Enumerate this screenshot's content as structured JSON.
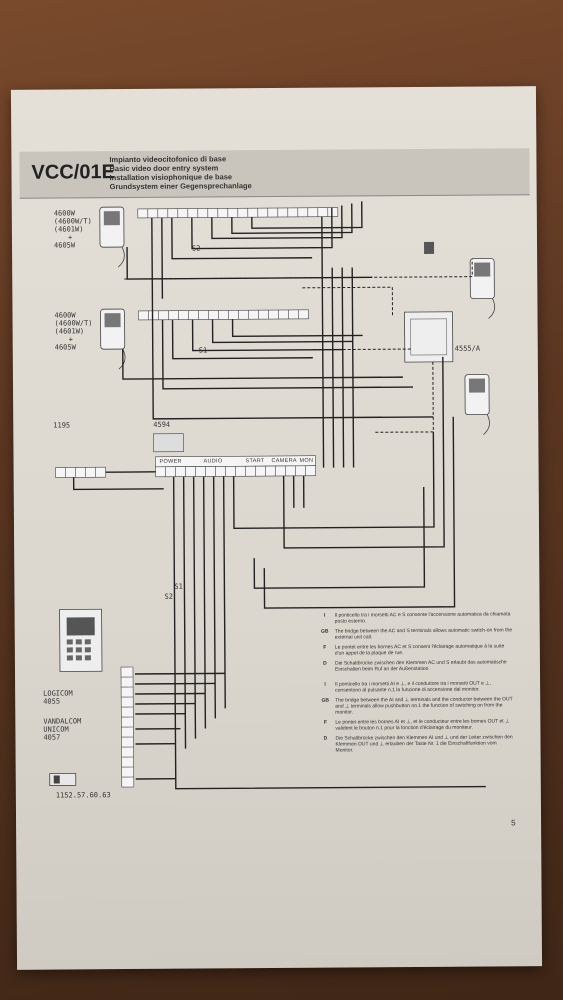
{
  "doc": {
    "code": "VCC/01E",
    "titles": [
      "Impianto videocitofonico di base",
      "Basic video door entry system",
      "Installation visiophonique de base",
      "Grundsystem einer Gegensprechanlage"
    ],
    "page_number": "5"
  },
  "devices": {
    "monitor1_lines": [
      "4600W",
      "(4600W/T)",
      "(4601W)",
      "+",
      "4605W"
    ],
    "monitor2_lines": [
      "4600W",
      "(4600W/T)",
      "(4601W)",
      "+",
      "4605W"
    ],
    "psu": "1195",
    "distributor": "4594",
    "right_unit": "4555/A",
    "panel1_lines": [
      "LOGICOM",
      "4055"
    ],
    "panel2_lines": [
      "VANDALCOM",
      "UNICOM",
      "4057"
    ],
    "lock": "1152.57.60.63",
    "s1": "S1",
    "s2": "S2",
    "s1_top": "S2",
    "s1_mid": "S1"
  },
  "terminal_groups": [
    "POWER",
    "AUDIO",
    "START",
    "CAMERA",
    "MON"
  ],
  "notes": [
    {
      "key": "I",
      "text": "Il ponticello tra i morsetti AC e S consente l'accensione automatica da chiamata posto esterno."
    },
    {
      "key": "GB",
      "text": "The bridge between the AC and S terminals allows automatic switch-on from the external unit call."
    },
    {
      "key": "F",
      "text": "Le pontet entre les bornes AC et S consent l'éclairage automatique à la suite d'un appel de la plaque de rue."
    },
    {
      "key": "D",
      "text": "Die Schaltbrücke zwischen den Klemmen AC und S erlaubt das automatische Einschalten beim Ruf an der Außenstation."
    },
    {
      "key": "I",
      "text": "Il ponticello tra i morsetti AI e ⊥, e il conduttore tra i morsetti OUT e ⊥, consentono al pulsante n.1 la funzione di accensione dal monitor."
    },
    {
      "key": "GB",
      "text": "The bridge between the AI and ⊥ terminals and the conductor between the OUT and ⊥ terminals allow pushbutton no.1 the function of switching on from the monitor."
    },
    {
      "key": "F",
      "text": "Le pontet entre les bornes AI et ⊥, et le conducteur entre les bornes OUT et ⊥ valident le bouton n.1 pour la fonction d'éclairage du moniteur."
    },
    {
      "key": "D",
      "text": "Die Schaltbrücke zwischen den Klemmen AI und ⊥ und der Leiter zwischen den Klemmen OUT und ⊥ erlauben der Taste Nr. 1 die Einschaltfunktion vom Monitor."
    }
  ]
}
